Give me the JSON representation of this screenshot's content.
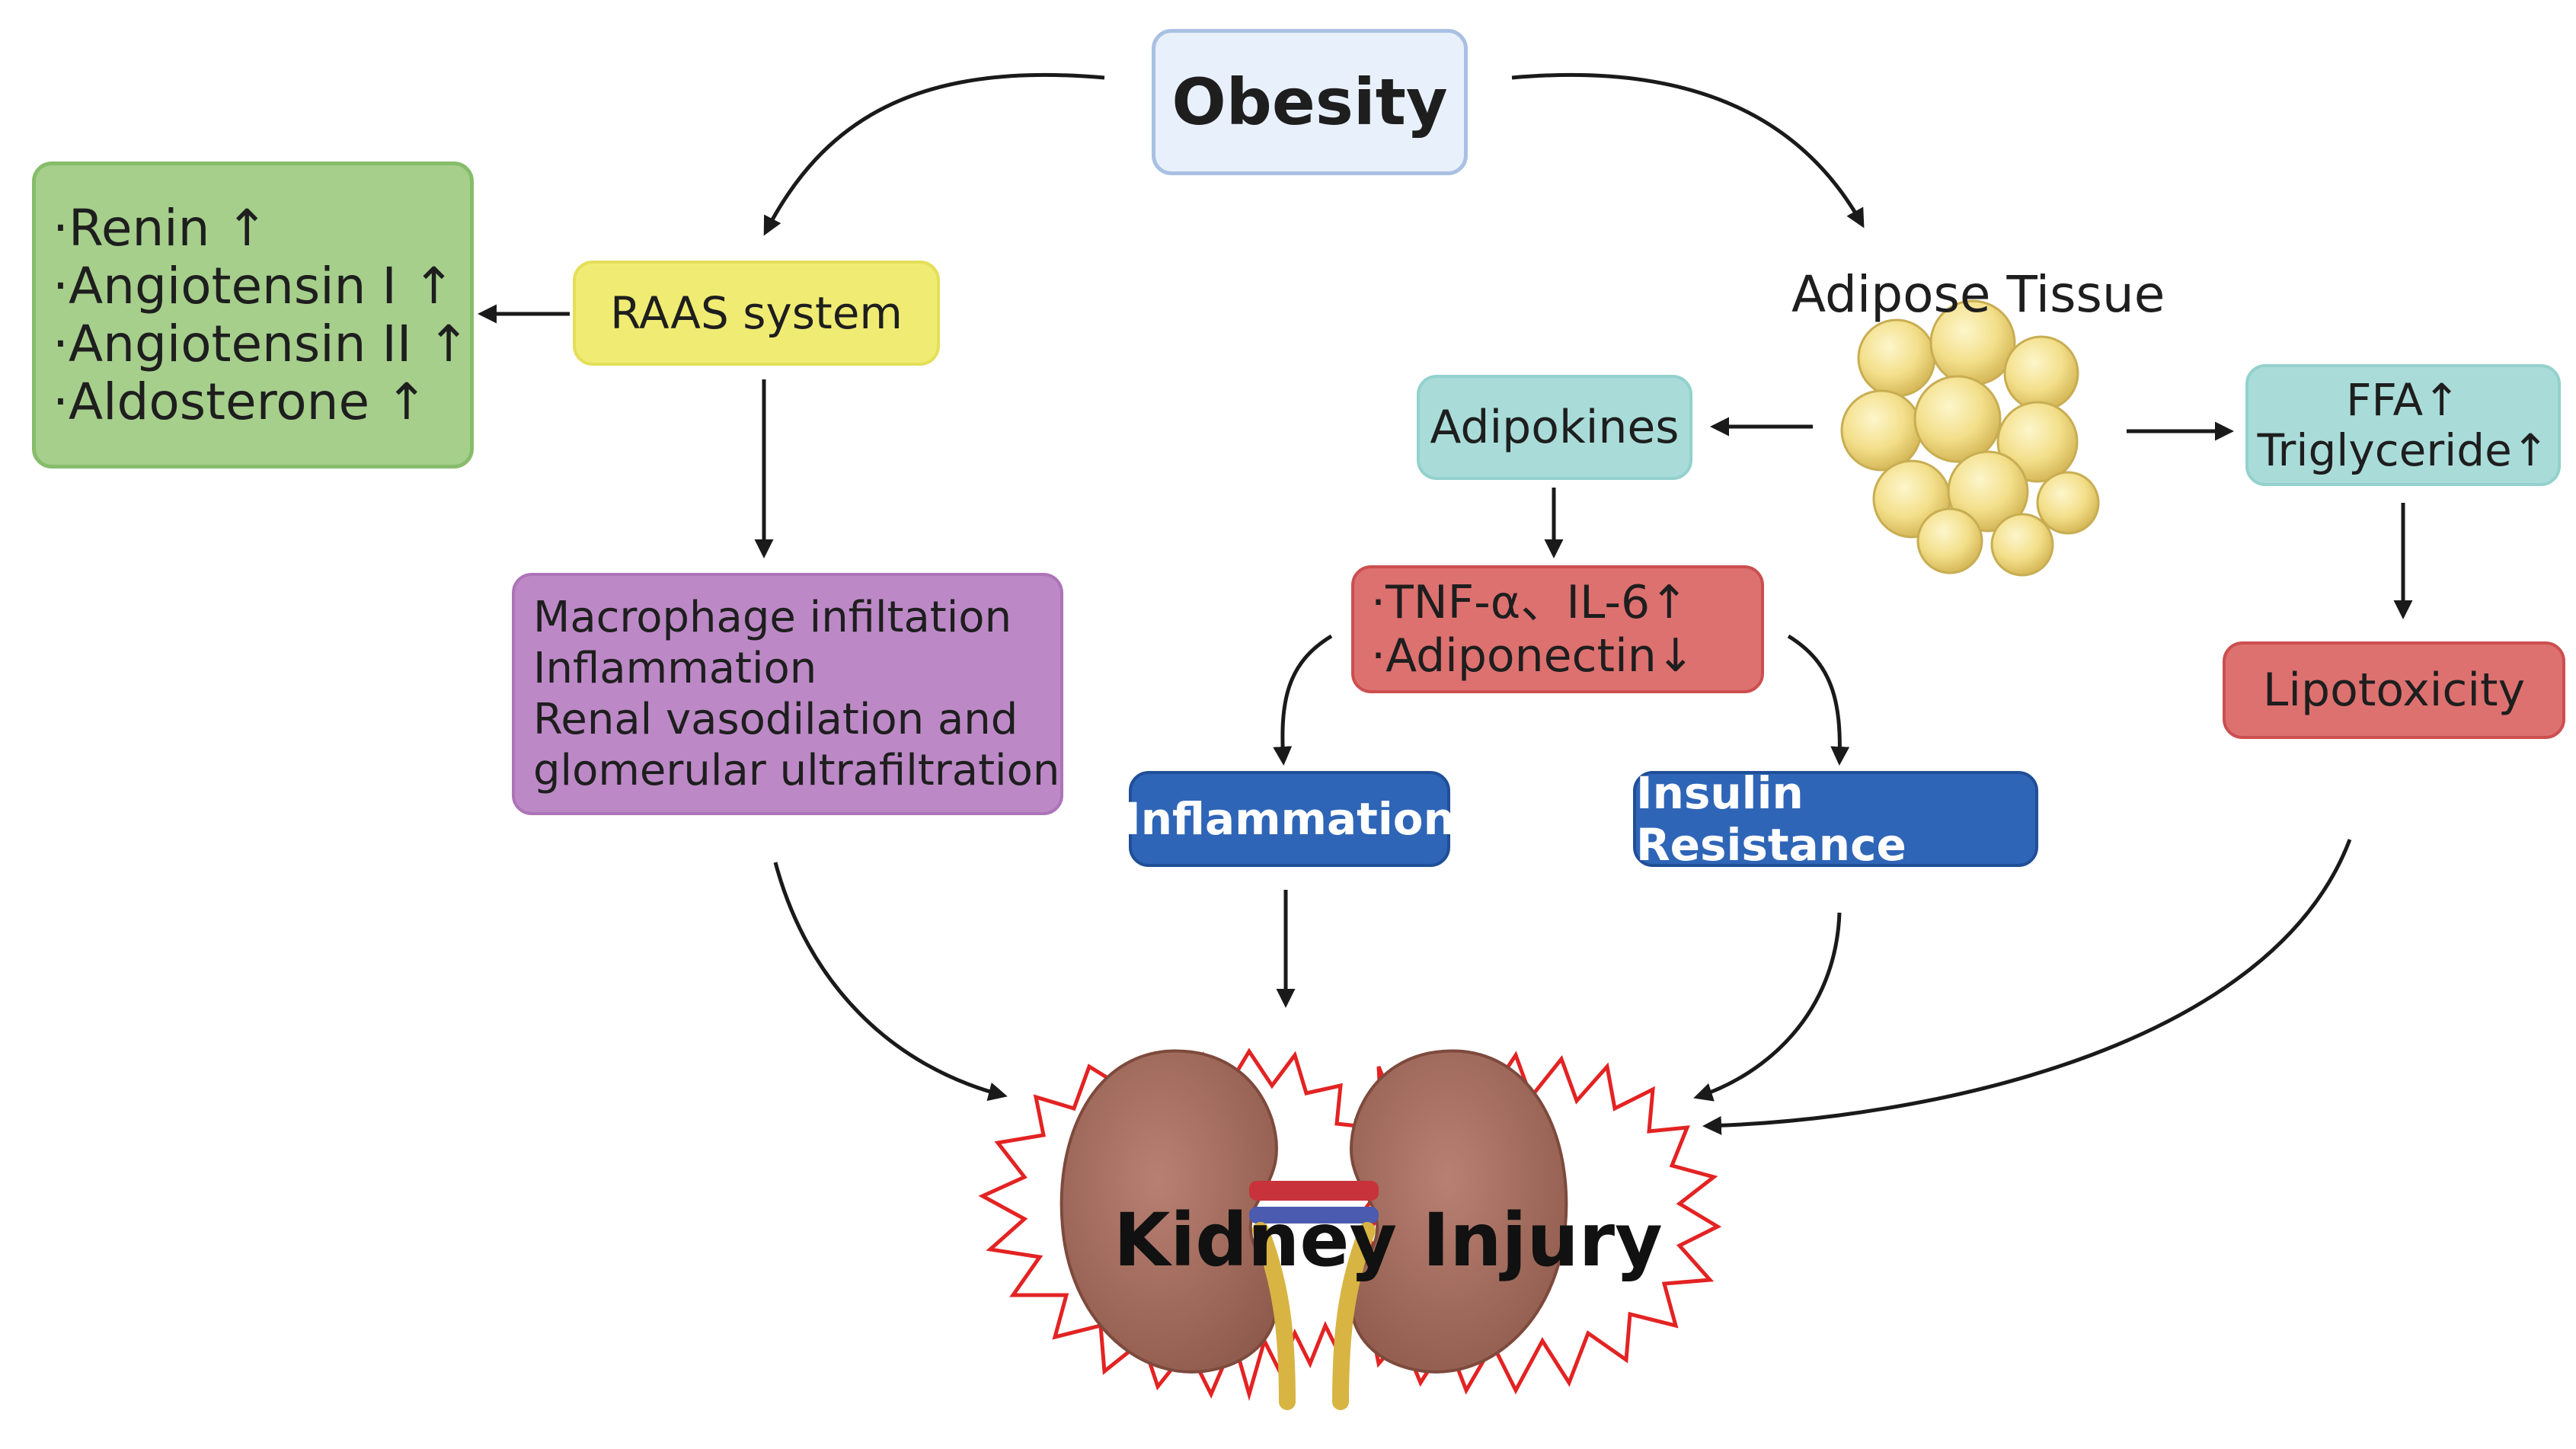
{
  "diagram": {
    "obesity": "Obesity",
    "raas": "RAAS system",
    "hormones": [
      "·Renin ↑",
      "·Angiotensin I ↑",
      "·Angiotensin II ↑",
      "·Aldosterone ↑"
    ],
    "macrophage": [
      "Macrophage infiltation",
      "Inflammation",
      "Renal vasodilation and",
      "glomerular ultrafiltration"
    ],
    "adipose_tissue": "Adipose Tissue",
    "adipokines": "Adipokines",
    "ffa": [
      "FFA↑",
      "Triglyceride↑"
    ],
    "tnf": [
      "·TNF-α、IL-6↑",
      "·Adiponectin↓"
    ],
    "lipotoxicity": "Lipotoxicity",
    "inflammation": "Inflammation",
    "insulin_resistance": "Insulin Resistance",
    "kidney_injury": "Kidney Injury",
    "colors": {
      "obesity_fill": "#e8f0fb",
      "hormones_fill": "#a6cf8c",
      "raas_fill": "#f0ec73",
      "macrophage_fill": "#bc89c6",
      "teal_fill": "#a9dcd9",
      "red_fill": "#dd7170",
      "blue_fill": "#2f65b7",
      "starburst": "#e32323",
      "kidney": "#a06a5a",
      "arrow": "#1a1a1a"
    },
    "icons": [
      "adipose-cells-icon",
      "kidneys-icon",
      "starburst-icon"
    ]
  }
}
